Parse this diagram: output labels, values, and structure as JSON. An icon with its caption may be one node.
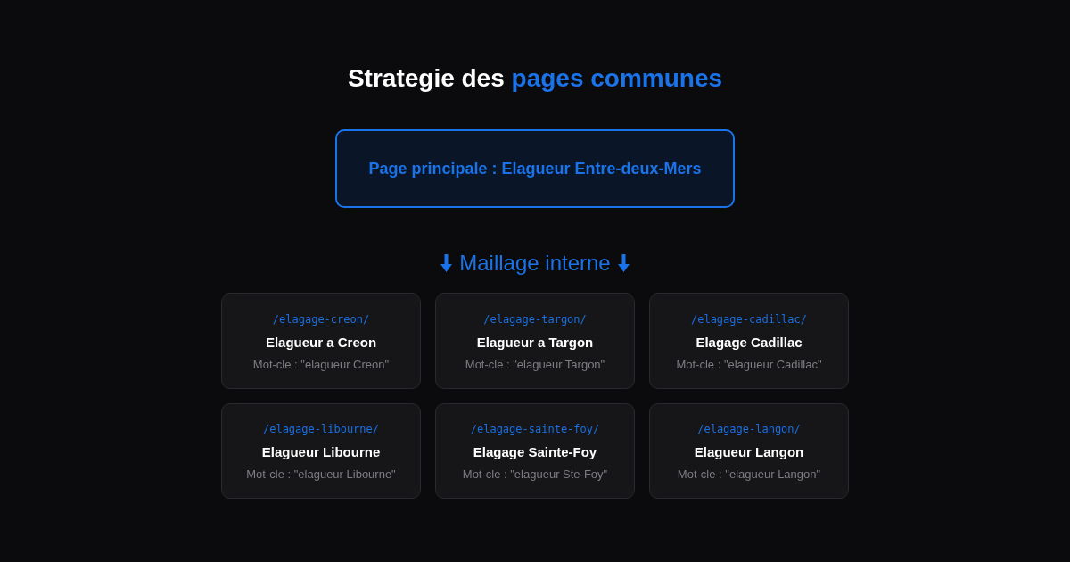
{
  "diagram": {
    "title": "Strategie des **pages communes**",
    "nodes": [
      {
        "text": [
          "Page principale : Elagueur Entre-deux-Mers"
        ]
      },
      {
        "text": [
          "/elagage-creon/",
          "Elagueur a Creon",
          "Mot-cle : \"elagueur Creon\""
        ]
      },
      {
        "text": [
          "/elagage-targon/",
          "Elagueur a Targon",
          "Mot-cle : \"elagueur Targon\""
        ]
      },
      {
        "text": [
          "/elagage-cadillac/",
          "Elagage Cadillac",
          "Mot-cle : \"elagueur Cadillac\""
        ]
      },
      {
        "text": [
          "/elagage-libourne/",
          "Elagueur Libourne",
          "Mot-cle : \"elagueur Libourne\""
        ]
      },
      {
        "text": [
          "/elagage-sainte-foy/",
          "Elagage Sainte-Foy",
          "Mot-cle : \"elagueur Ste-Foy\""
        ]
      },
      {
        "text": [
          "/elagage-langon/",
          "Elagueur Langon",
          "Mot-cle : \"elagueur Langon\""
        ]
      }
    ],
    "labels": [
      "Maillage interne"
    ]
  }
}
